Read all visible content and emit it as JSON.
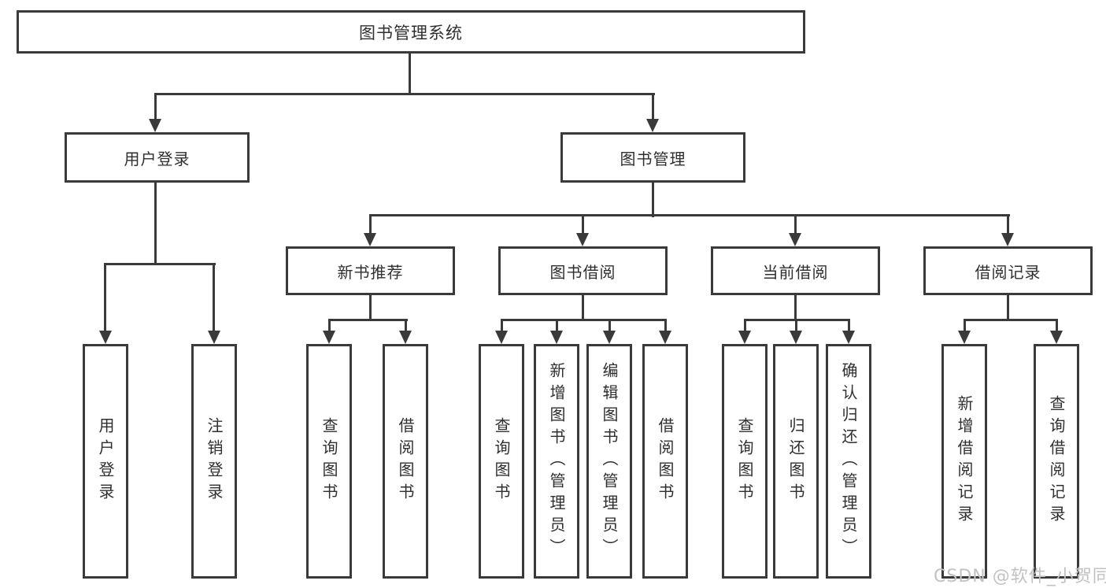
{
  "diagram": {
    "root": {
      "label": "图书管理系统"
    },
    "level2": [
      {
        "label": "用户登录"
      },
      {
        "label": "图书管理"
      }
    ],
    "level3": [
      {
        "label": "新书推荐"
      },
      {
        "label": "图书借阅"
      },
      {
        "label": "当前借阅"
      },
      {
        "label": "借阅记录"
      }
    ],
    "leaves": {
      "user_login": [
        {
          "label": "用户登录"
        },
        {
          "label": "注销登录"
        }
      ],
      "new_book": [
        {
          "label": "查询图书"
        },
        {
          "label": "借阅图书"
        }
      ],
      "book_borrow": [
        {
          "label": "查询图书"
        },
        {
          "label": "新增图书（管理员）"
        },
        {
          "label": "编辑图书（管理员）"
        },
        {
          "label": "借阅图书"
        }
      ],
      "current_borrow": [
        {
          "label": "查询图书"
        },
        {
          "label": "归还图书"
        },
        {
          "label": "确认归还（管理员）"
        }
      ],
      "borrow_record": [
        {
          "label": "新增借阅记录"
        },
        {
          "label": "查询借阅记录"
        }
      ]
    },
    "watermark": "CSDN @软件_小贺同学",
    "colors": {
      "line": "#3a3a3a",
      "text": "#2f2f2f",
      "watermark": "#c2c2c2",
      "background": "#ffffff"
    }
  }
}
